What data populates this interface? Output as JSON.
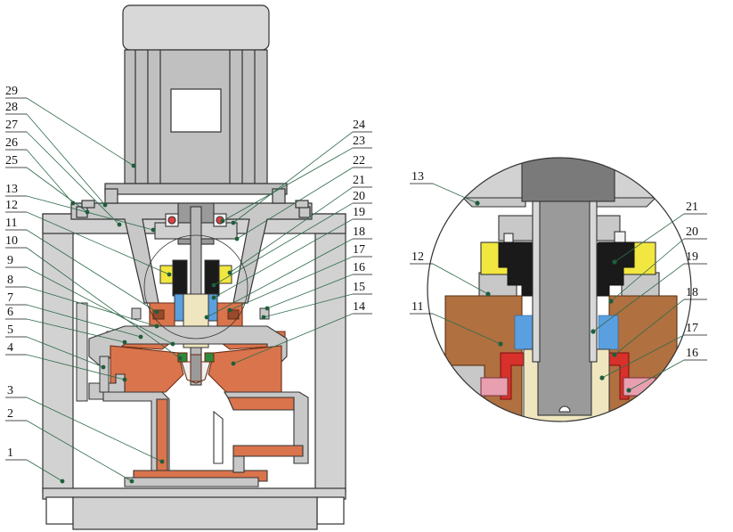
{
  "main_view": {
    "labels": [
      "1",
      "2",
      "3",
      "4",
      "5",
      "6",
      "7",
      "8",
      "9",
      "10",
      "11",
      "12",
      "13",
      "25",
      "26",
      "27",
      "28",
      "29",
      "24",
      "23",
      "22",
      "21",
      "20",
      "19",
      "18",
      "17",
      "16",
      "15",
      "14"
    ]
  },
  "detail_view": {
    "labels": [
      "13",
      "12",
      "11",
      "21",
      "20",
      "19",
      "18",
      "17",
      "16"
    ]
  },
  "colors": {
    "copper": "#d9744c",
    "copper_dark": "#9a4a2a",
    "steel_gray": "#c8c8c8",
    "frame_gray": "#d2d2d2",
    "seal_yellow": "#f2e640",
    "seal_black": "#1a1a1a",
    "seal_red": "#d8302a",
    "spring_blue": "#5aa0e0",
    "bronze": "#b07040",
    "cream": "#efe6c0",
    "pink": "#e8a0b0",
    "leader_green": "#2f6b4a"
  }
}
